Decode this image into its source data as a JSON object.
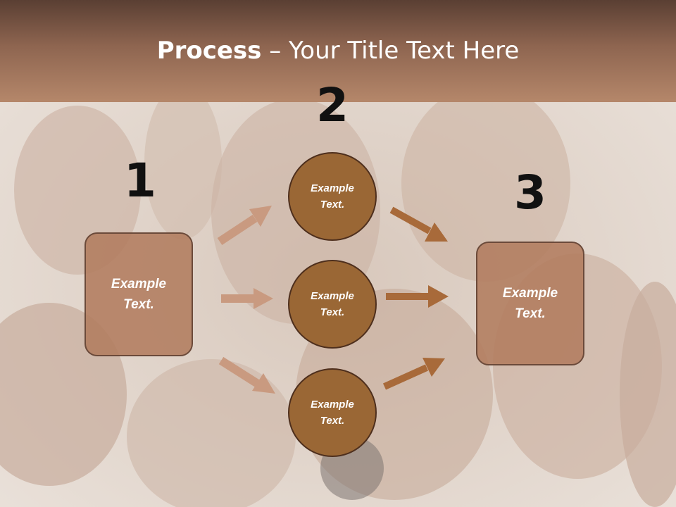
{
  "title": {
    "bold": "Process",
    "rest": " – Your Title Text Here"
  },
  "steps": {
    "one": "1",
    "two": "2",
    "three": "3"
  },
  "left_box": {
    "label": "Example\nText."
  },
  "right_box": {
    "label": "Example\nText."
  },
  "circles": [
    {
      "label": "Example\nText."
    },
    {
      "label": "Example\nText."
    },
    {
      "label": "Example\nText."
    }
  ],
  "colors": {
    "title_bar": "#8e6550",
    "box_fill": "#b27c5f",
    "circle_fill": "#9a6735",
    "arrow_light": "#c99a80",
    "arrow_dark": "#a86a3a"
  }
}
